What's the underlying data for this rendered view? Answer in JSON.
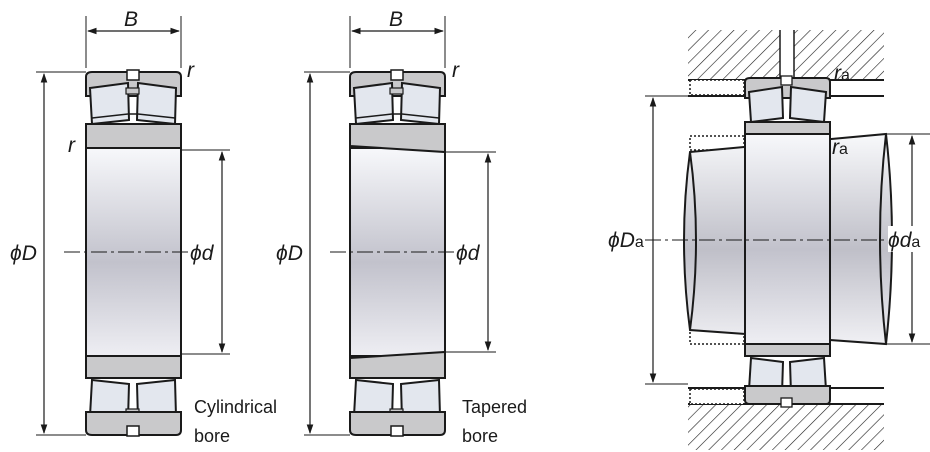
{
  "diagram_1": {
    "width_label": "B",
    "chamfer_top": "r",
    "chamfer_left": "r",
    "outer_label_phi": "ϕ",
    "outer_label": "D",
    "bore_label_phi": "ϕ",
    "bore_label": "d",
    "caption_line1": "Cylindrical",
    "caption_line2": "bore"
  },
  "diagram_2": {
    "width_label": "B",
    "chamfer_top": "r",
    "outer_label_phi": "ϕ",
    "outer_label": "D",
    "bore_label_phi": "ϕ",
    "bore_label": "d",
    "caption_line1": "Tapered",
    "caption_line2": "bore"
  },
  "diagram_3": {
    "fillet_top_main": "r",
    "fillet_top_sub": "a",
    "fillet_mid_main": "r",
    "fillet_mid_sub": "a",
    "housing_label_phi": "ϕ",
    "housing_label": "D",
    "housing_label_sub": "a",
    "shaft_label_phi": "ϕ",
    "shaft_label": "d",
    "shaft_label_sub": "a"
  },
  "colors": {
    "line": "#1a1a1a",
    "ring_fill": "#c9c9cb",
    "roller_fill": "#e3e7ee",
    "shaft_light": "#f6f7fa",
    "shaft_dark": "#bdbdc6"
  }
}
